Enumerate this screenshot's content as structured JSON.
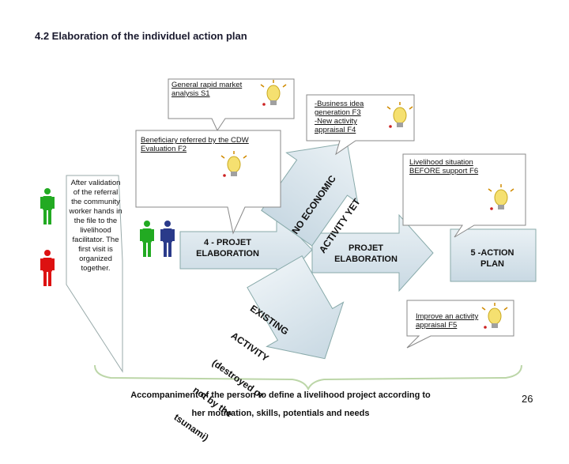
{
  "title": "4.2 Elaboration of the individuel action plan",
  "bubbles": {
    "market": "General rapid market analysis  S1",
    "business": [
      "-Business idea generation  F3",
      "-New activity appraisal  F4"
    ],
    "beneficiary": "Beneficiary referred by the CDW Evaluation  F2",
    "livelihood": "Livelihood situation BEFORE support F6",
    "improve": "Improve an activity appraisal  F5"
  },
  "side_note": "After validation of the referral the community worker hands in the file to the livelihood facilitator. The first visit is organized together.",
  "steps": {
    "step4": "4 - PROJET ELABORATION",
    "projet": "PROJET ELABORATION",
    "step5": "5 -ACTION PLAN"
  },
  "rotated": {
    "no_economic": [
      "NO ECONOMIC",
      "ACTIVITY YET"
    ],
    "existing": [
      "EXISTING",
      "ACTIVITY",
      "(destroyed or",
      "not by the",
      "tsunami)"
    ]
  },
  "footer": [
    "Accompaniment of the person to define a livelihood project according to",
    "her motivation, skills, potentials and needs"
  ],
  "page_number": "26",
  "colors": {
    "green_figure": "#22aa22",
    "red_figure": "#dd1111",
    "blue_figure": "#2a3a8a",
    "arrow_fill": "#d6e3ec",
    "bulb_yellow": "#f5e070"
  }
}
